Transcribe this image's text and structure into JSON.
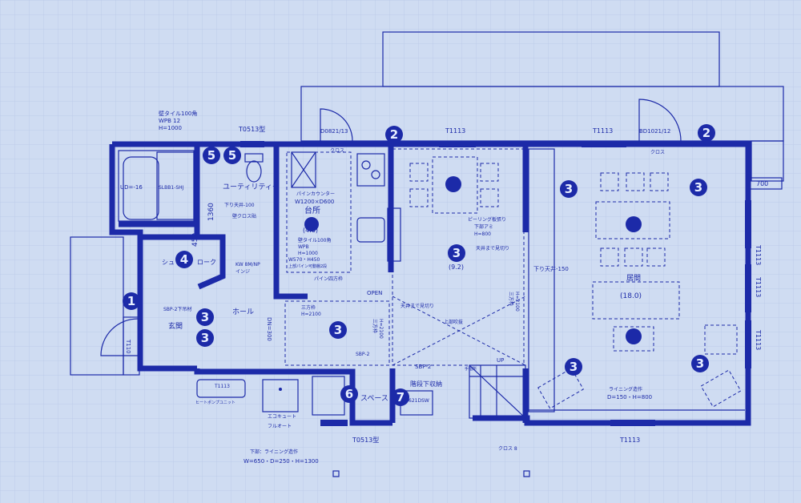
{
  "colors": {
    "paper": "#cfdcf2",
    "ink": "#1c2aa8",
    "badge_text": "#e6eeff"
  },
  "labels": {
    "wall_tile": "壁タイル100角",
    "wall_wp": "WPB   12",
    "wall_h": "H=1000",
    "t0513_top": "T0513型",
    "d0821": "D0821/13",
    "t1113_a": "T1113",
    "t1113_b": "T1113",
    "bd1021": "BD1021/12",
    "cross_top": "クロス",
    "cross_top2": "クロス",
    "dim_700": "700",
    "bath_code": "UD=-16",
    "bath_code2": "SLBB1-SHJ",
    "utility": "ユーティリティー",
    "dim_1360": "1360",
    "ceiling_100": "下り天井-100",
    "cross_small": "壁クロス貼",
    "pine_counter": "パインカウンター",
    "counter_size": "W1200×D600",
    "kitchen": "台所",
    "kitchen_size": "(4.6)",
    "kitchen_tile": "壁タイル100角",
    "kitchen_wp": "WPB",
    "kitchen_h": "H=1000",
    "kitchen_w": "W570・H450",
    "kitchen_pine": "上部パイン可動棚2段",
    "pine_frame": "パイン四方枠",
    "ceiling_tiles": "ピーリング板張り",
    "ceiling_tiles2": "下部アミ",
    "ceiling_h800": "H=800",
    "ceiling_cut": "天井まで見切り",
    "dining_size": "(9.2)",
    "ceiling_150": "下り天井-150",
    "living": "居間",
    "living_size": "(18.0)",
    "t1113_right1": "T1113",
    "t1113_right2": "T1113",
    "t1113_right3": "T1113",
    "dim_450": "450",
    "shoe_closet": "シュ",
    "shoe_closet2": "ローク",
    "kw": "KW 8M/NP",
    "kw2": "インジ",
    "sbp2_left": "SBP-2下吊材",
    "hall": "ホール",
    "entrance": "玄関",
    "t110": "T110",
    "dn300": "DN=300",
    "three_door": "三方枠",
    "three_door_h": "H=2100",
    "open": "OPEN",
    "ceiling_cut2": "天井まで見切り",
    "upper_window": "上部吹抜",
    "sbp2_mid": "SBP-2",
    "sbp2_right": "SBP-2",
    "stair_storage": "階段下収納",
    "handrail": "手摺所",
    "up": "UP",
    "lining": "ライニング造作",
    "lining_size": "D=150・H=800",
    "t1113_bottom": "T1113",
    "heat_pump": "ヒートポンプユニット",
    "eco_cute": "エコキュート",
    "full_auto": "フルオート",
    "space": "スペース",
    "dsw": "621DSW",
    "t0513_bottom": "T0513型",
    "cross_8": "クロス   8",
    "lower_lining": "下部：ライニング造作",
    "lower_size": "W=650・D=250・H=1300",
    "t1113_front": "T1113",
    "three_door_v1": "三方枠",
    "three_door_v1h": "H=2100",
    "three_door_v2": "三方枠",
    "three_door_v2h": "H=2100"
  },
  "badges": [
    {
      "n": "5"
    },
    {
      "n": "5"
    },
    {
      "n": "2"
    },
    {
      "n": "2"
    },
    {
      "n": "3"
    },
    {
      "n": "3"
    },
    {
      "n": "3"
    },
    {
      "n": "4"
    },
    {
      "n": "1"
    },
    {
      "n": "3"
    },
    {
      "n": "3"
    },
    {
      "n": "3"
    },
    {
      "n": "3"
    },
    {
      "n": "3"
    },
    {
      "n": "6"
    },
    {
      "n": "7"
    }
  ]
}
